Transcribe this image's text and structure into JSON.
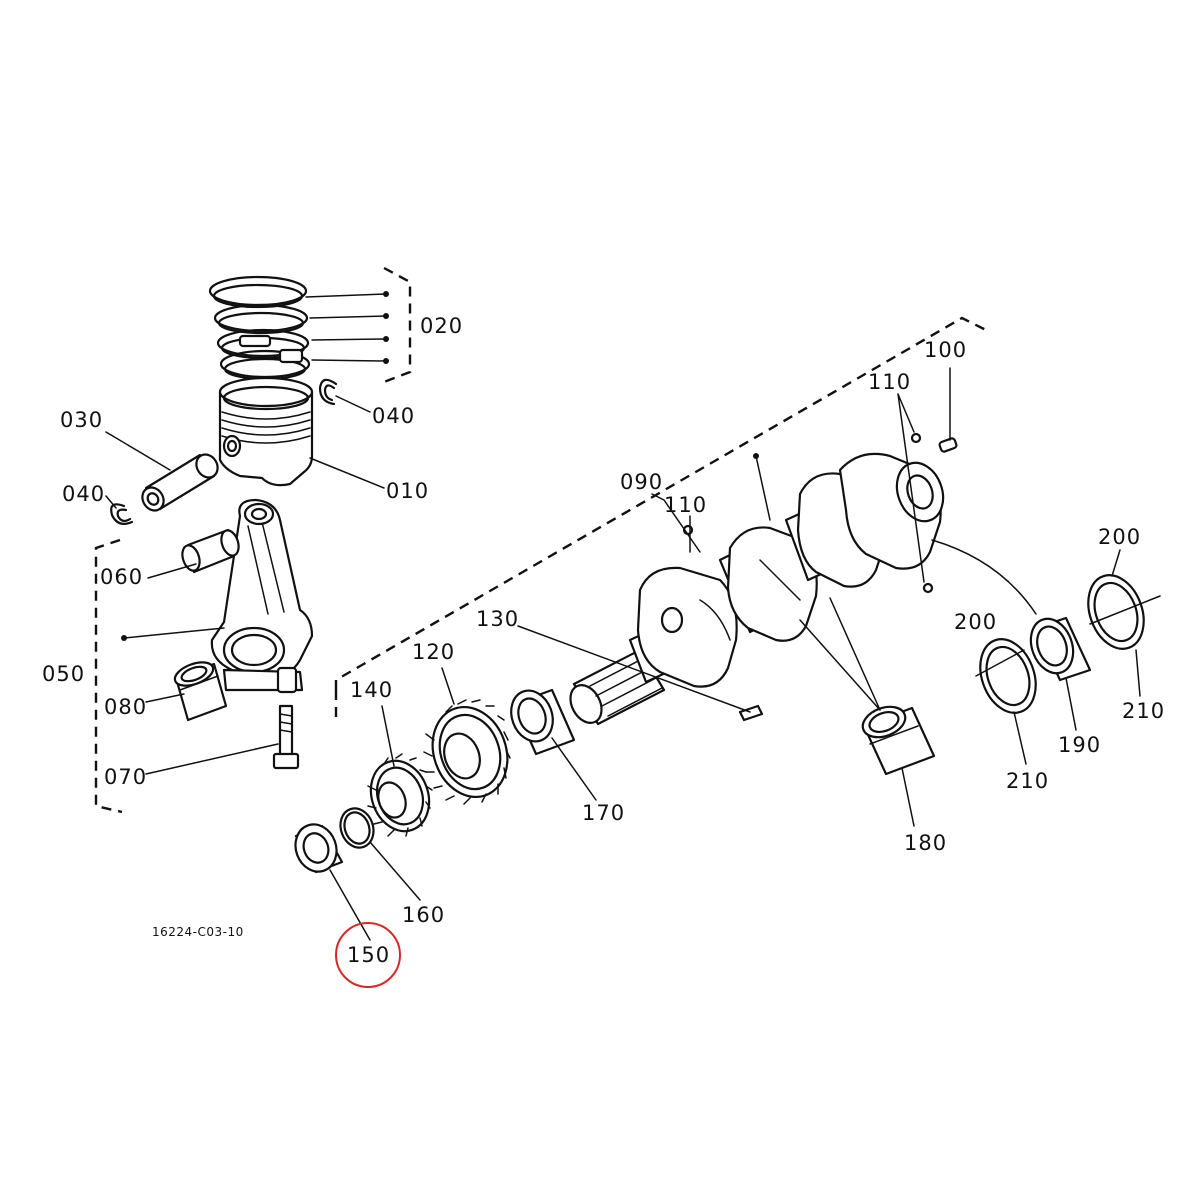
{
  "diagram": {
    "labels": {
      "p010": "010",
      "p020": "020",
      "p030": "030",
      "p040a": "040",
      "p040b": "040",
      "p050": "050",
      "p060": "060",
      "p070": "070",
      "p080": "080",
      "p090": "090",
      "p100": "100",
      "p110a": "110",
      "p110b": "110",
      "p120": "120",
      "p130": "130",
      "p140": "140",
      "p150": "150",
      "p160": "160",
      "p170": "170",
      "p180": "180",
      "p190": "190",
      "p200a": "200",
      "p200b": "200",
      "p210a": "210",
      "p210b": "210"
    },
    "drawing_code": "16224-C03-10",
    "highlight": {
      "part": "150",
      "color": "#d62828"
    }
  }
}
